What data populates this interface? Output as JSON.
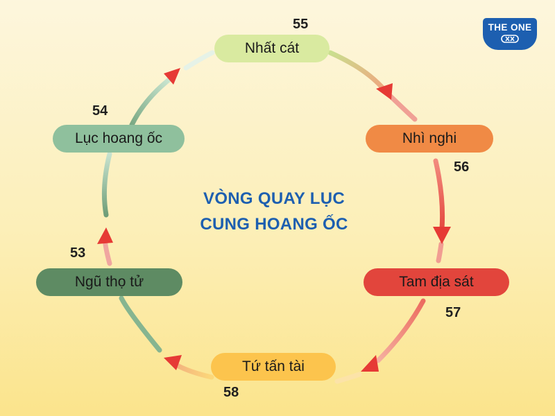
{
  "title_lines": [
    "VÒNG QUAY LỤC",
    "CUNG HOANG ỐC"
  ],
  "logo": {
    "text": "THE ONE",
    "color": "#1d5fb0"
  },
  "stages": [
    {
      "id": "nhat-cat",
      "label": "Nhất cát",
      "age": "55",
      "color": "#d9eaa0"
    },
    {
      "id": "nhi-nghi",
      "label": "Nhì nghi",
      "age": "56",
      "color": "#f08a45"
    },
    {
      "id": "tam-dia-sat",
      "label": "Tam địa sát",
      "age": "57",
      "color": "#e2453c"
    },
    {
      "id": "tu-tan-tai",
      "label": "Tứ tấn tài",
      "age": "58",
      "color": "#fcc44d"
    },
    {
      "id": "ngu-tho-tu",
      "label": "Ngũ thọ tử",
      "age": "53",
      "color": "#5e8b63"
    },
    {
      "id": "luc-hoang-oc",
      "label": "Lục hoang ốc",
      "age": "54",
      "color": "#8fc09d"
    }
  ],
  "colors": {
    "arrow_head": "#e63a35",
    "title": "#1d5fb0"
  }
}
